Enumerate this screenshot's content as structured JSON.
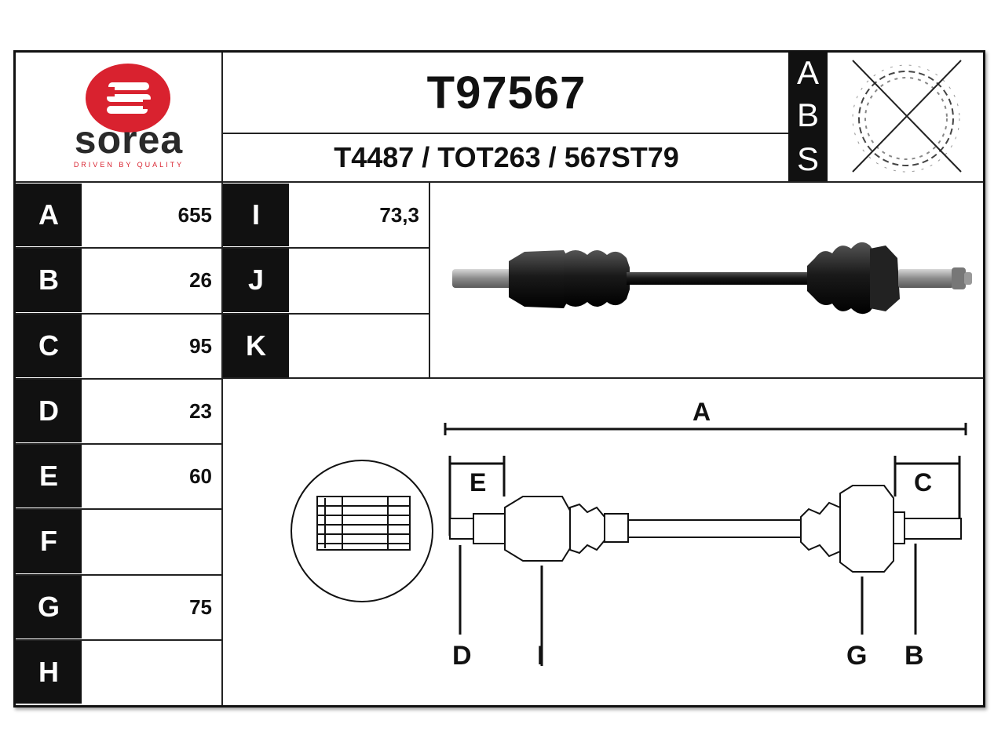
{
  "brand": {
    "name": "sorea",
    "tagline": "DRIVEN BY QUALITY",
    "color": "#d9222f"
  },
  "part": {
    "number": "T97567",
    "cross_refs": "T4487 / TOT263 / 567ST79"
  },
  "abs": {
    "letters": [
      "A",
      "B",
      "S"
    ],
    "icon": "abs-sensor-crossed-icon"
  },
  "left_table": [
    {
      "label": "A",
      "value": "655"
    },
    {
      "label": "B",
      "value": "26"
    },
    {
      "label": "C",
      "value": "95"
    },
    {
      "label": "D",
      "value": "23"
    },
    {
      "label": "E",
      "value": "60"
    },
    {
      "label": "F",
      "value": ""
    },
    {
      "label": "G",
      "value": "75"
    },
    {
      "label": "H",
      "value": ""
    }
  ],
  "mid_table": [
    {
      "label": "I",
      "value": "73,3"
    },
    {
      "label": "J",
      "value": ""
    },
    {
      "label": "K",
      "value": ""
    }
  ],
  "diagram_labels": {
    "A": "A",
    "B": "B",
    "C": "C",
    "D": "D",
    "E": "E",
    "G": "G",
    "I": "I"
  }
}
